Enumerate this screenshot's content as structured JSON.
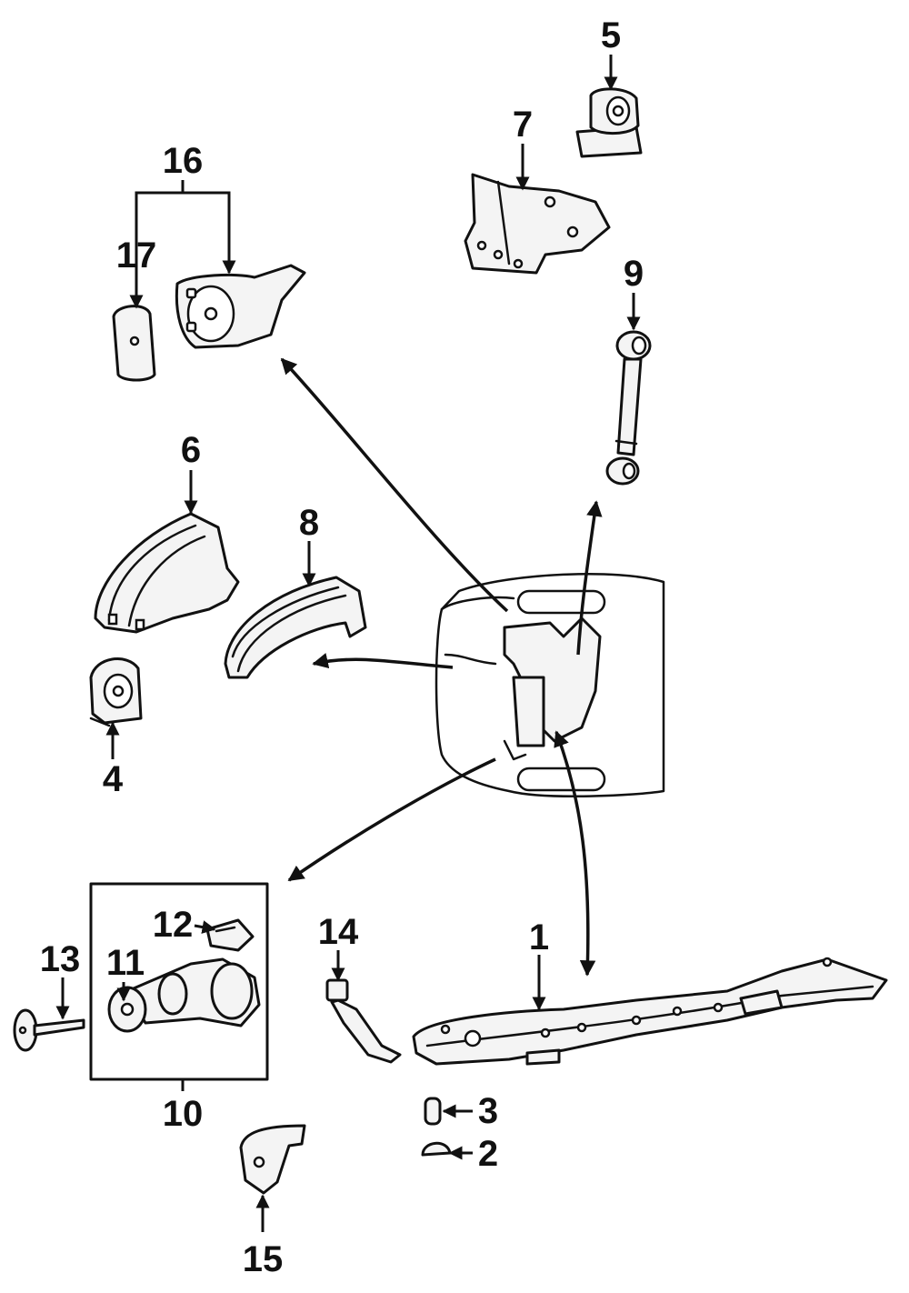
{
  "callouts": [
    {
      "id": "1",
      "label": "1"
    },
    {
      "id": "2",
      "label": "2"
    },
    {
      "id": "3",
      "label": "3"
    },
    {
      "id": "4",
      "label": "4"
    },
    {
      "id": "5",
      "label": "5"
    },
    {
      "id": "6",
      "label": "6"
    },
    {
      "id": "7",
      "label": "7"
    },
    {
      "id": "8",
      "label": "8"
    },
    {
      "id": "9",
      "label": "9"
    },
    {
      "id": "10",
      "label": "10"
    },
    {
      "id": "11",
      "label": "11"
    },
    {
      "id": "12",
      "label": "12"
    },
    {
      "id": "13",
      "label": "13"
    },
    {
      "id": "14",
      "label": "14"
    },
    {
      "id": "15",
      "label": "15"
    },
    {
      "id": "16",
      "label": "16"
    },
    {
      "id": "17",
      "label": "17"
    }
  ],
  "colors": {
    "line": "#111111",
    "background": "#ffffff"
  }
}
